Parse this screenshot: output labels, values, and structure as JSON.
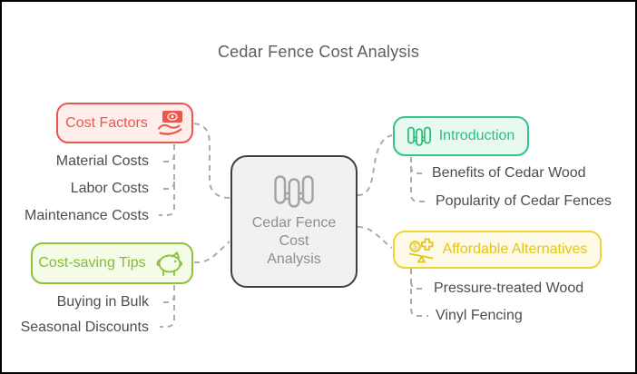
{
  "title": "Cedar Fence Cost Analysis",
  "center": {
    "icon": "fence-icon",
    "lines": [
      "Cedar Fence",
      "Cost",
      "Analysis"
    ]
  },
  "branches": [
    {
      "id": "cost-factors",
      "label": "Cost Factors",
      "icon": "money-in-hand-icon",
      "accent": "#e8584f",
      "fill": "#fdeeec",
      "children": [
        "Material Costs",
        "Labor Costs",
        "Maintenance Costs"
      ]
    },
    {
      "id": "cost-saving-tips",
      "label": "Cost-saving Tips",
      "icon": "piggy-bank-icon",
      "accent": "#8bc43c",
      "fill": "#f4fbe7",
      "children": [
        "Buying in Bulk",
        "Seasonal Discounts"
      ]
    },
    {
      "id": "introduction",
      "label": "Introduction",
      "icon": "fence-icon",
      "accent": "#32c585",
      "fill": "#e8f9f1",
      "children": [
        "Benefits of Cedar Wood",
        "Popularity of Cedar Fences"
      ]
    },
    {
      "id": "affordable-alternatives",
      "label": "Affordable Alternatives",
      "icon": "cost-benefit-scale-icon",
      "accent": "#f0d433",
      "fill": "#fdfae8",
      "children": [
        "Pressure-treated Wood",
        "Vinyl Fencing"
      ]
    }
  ],
  "wire_color": "#ababab"
}
